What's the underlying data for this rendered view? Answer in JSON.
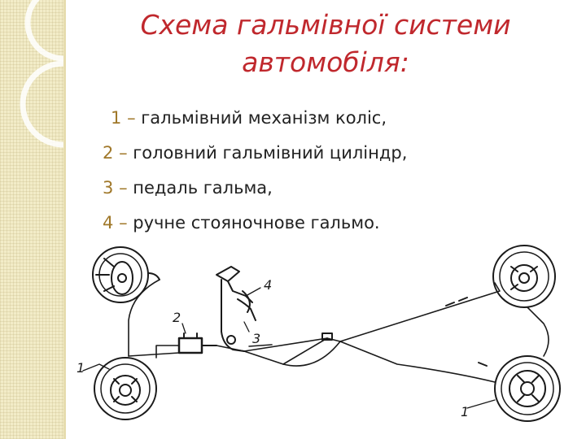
{
  "title": {
    "line1": "Схема гальмівної системи",
    "line2": "автомобіля:"
  },
  "legend": [
    {
      "num": "1",
      "dash": "–",
      "text": "гальмівний механізм коліс,"
    },
    {
      "num": "2",
      "dash": "–",
      "text": "головний гальмівний циліндр,"
    },
    {
      "num": "3",
      "dash": "–",
      "text": "педаль гальма,"
    },
    {
      "num": "4",
      "dash": "–",
      "text": "ручне стояночнове гальмо."
    }
  ],
  "diagram": {
    "labels": {
      "wheel_front_left": "1",
      "master_cylinder": "2",
      "pedal": "3",
      "handbrake": "4",
      "wheel_rear_right": "1"
    }
  },
  "colors": {
    "title": "#c0282d",
    "accent": "#a0782a",
    "text": "#222222",
    "strip": "#f2ecc8"
  }
}
